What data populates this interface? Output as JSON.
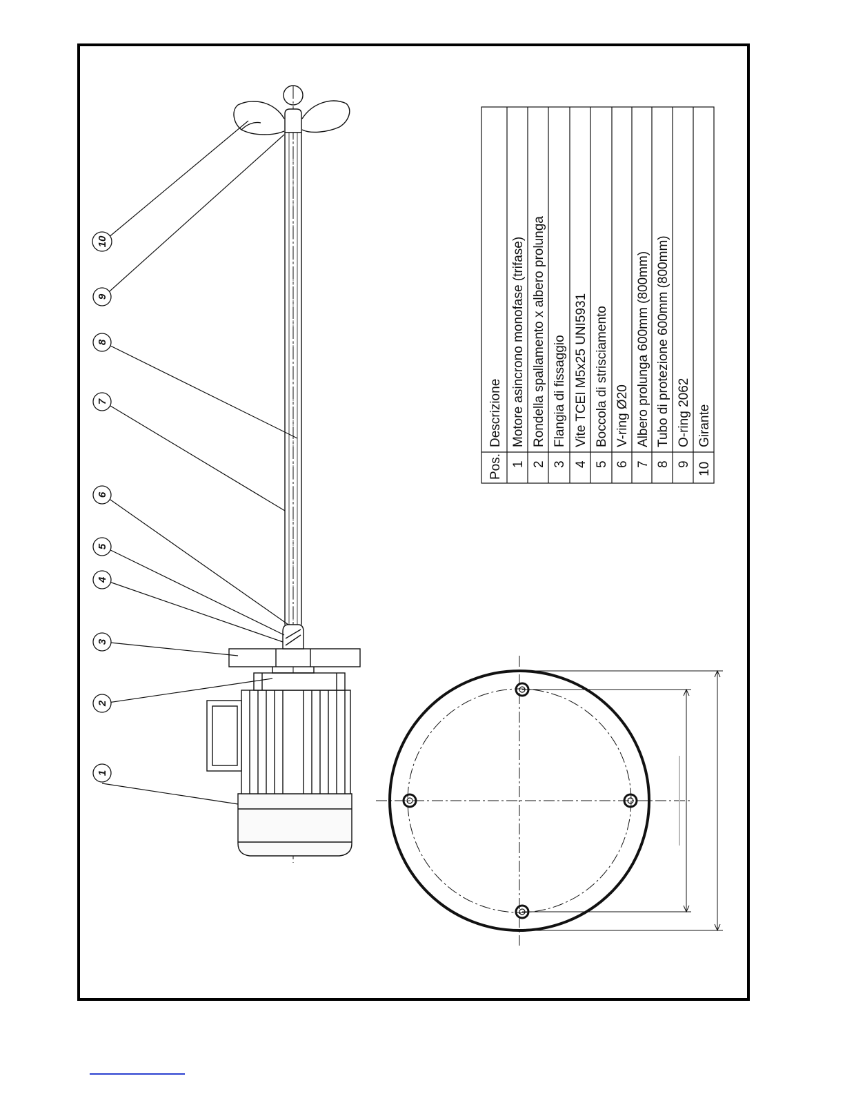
{
  "parts_table": {
    "header": {
      "pos": "Pos.",
      "desc": "Descrizione"
    },
    "rows": [
      {
        "pos": "1",
        "desc": "Motore asincrono monofase (trifase)"
      },
      {
        "pos": "2",
        "desc": "Rondella spallamento x albero prolunga"
      },
      {
        "pos": "3",
        "desc": "Flangia di fissaggio"
      },
      {
        "pos": "4",
        "desc": "Vite TCEI M5x25 UNI5931"
      },
      {
        "pos": "5",
        "desc": "Boccola di strisciamento"
      },
      {
        "pos": "6",
        "desc": "V-ring Ø20"
      },
      {
        "pos": "7",
        "desc": "Albero prolunga 600mm (800mm)"
      },
      {
        "pos": "8",
        "desc": "Tubo di protezione 600mm (800mm)"
      },
      {
        "pos": "9",
        "desc": "O-ring 2062"
      },
      {
        "pos": "10",
        "desc": "Girante"
      }
    ]
  },
  "balloons": [
    "1",
    "2",
    "3",
    "4",
    "5",
    "6",
    "7",
    "8",
    "9",
    "10"
  ],
  "colors": {
    "line": "#111111",
    "link": "#2a3fd0"
  }
}
